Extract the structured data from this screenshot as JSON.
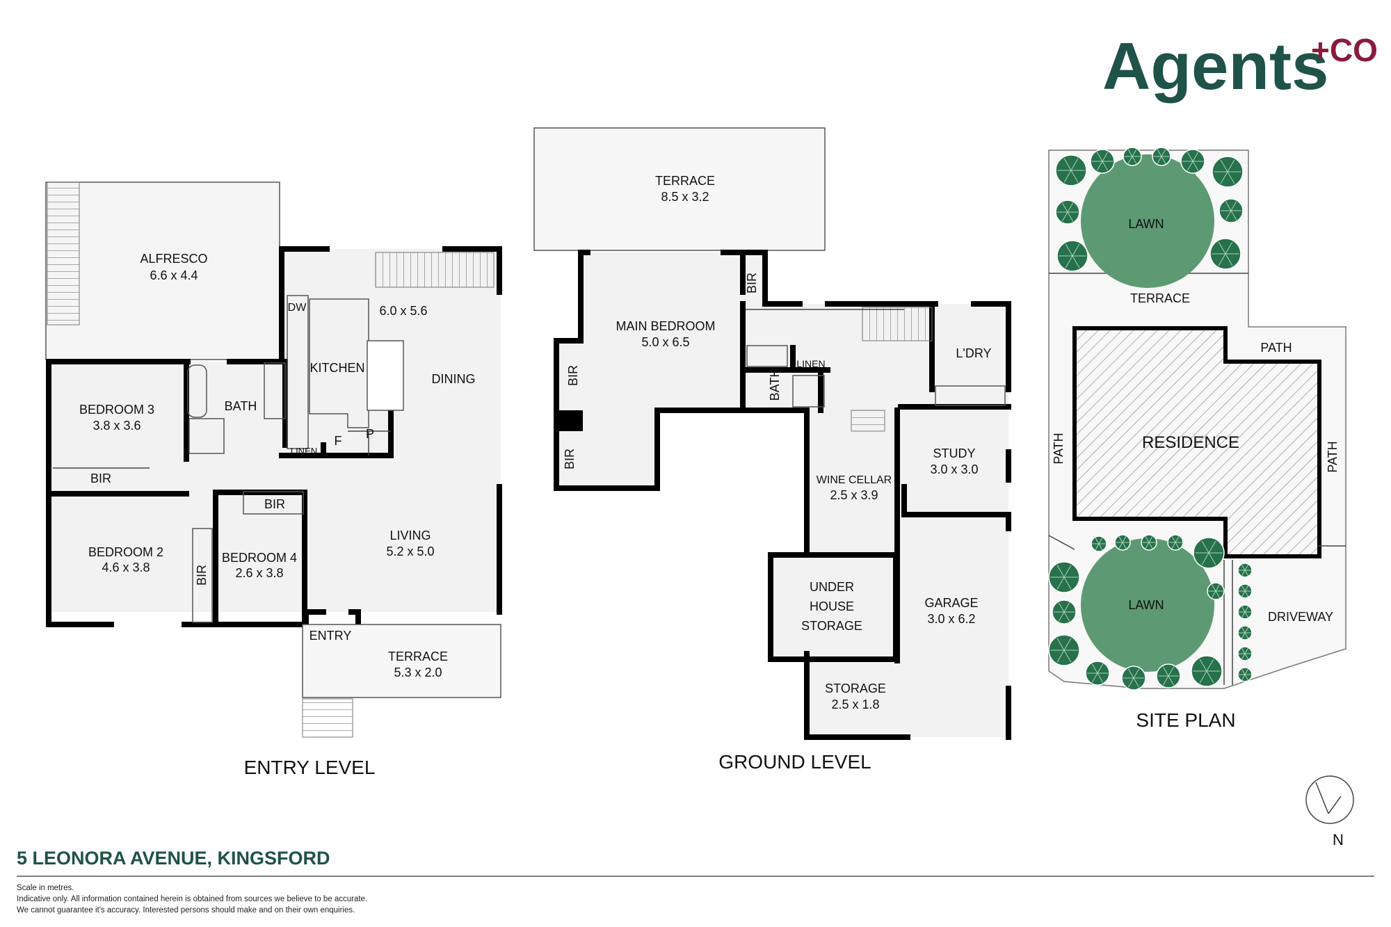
{
  "brand": {
    "name": "Agents",
    "suffix": "+CO"
  },
  "address": "5 LEONORA AVENUE, KINGSFORD",
  "disclaimer": [
    "Scale in metres.",
    "Indicative only. All information contained herein is obtained from sources we believe to be accurate.",
    "We cannot guarantee it's accuracy. Interested persons should make and on their own enquiries."
  ],
  "compass": "N",
  "entry_level": {
    "title": "ENTRY LEVEL",
    "alfresco": {
      "name": "ALFRESCO",
      "size": "6.6 x 4.4"
    },
    "kitchen_dining_size": "6.0 x 5.6",
    "dw": "DW",
    "kitchen": "KITCHEN",
    "dining": "DINING",
    "f": "F",
    "p": "P",
    "linen": "LINEN",
    "bedroom3": {
      "name": "BEDROOM 3",
      "size": "3.8 x 3.6"
    },
    "bath": "BATH",
    "bir1": "BIR",
    "bedroom2": {
      "name": "BEDROOM 2",
      "size": "4.6 x 3.8"
    },
    "bir2": "BIR",
    "bedroom4": {
      "name": "BEDROOM 4",
      "size": "2.6 x 3.8"
    },
    "bir3": "BIR",
    "living": {
      "name": "LIVING",
      "size": "5.2 x 5.0"
    },
    "entry": "ENTRY",
    "terrace": {
      "name": "TERRACE",
      "size": "5.3 x 2.0"
    }
  },
  "ground_level": {
    "title": "GROUND LEVEL",
    "terrace": {
      "name": "TERRACE",
      "size": "8.5 x 3.2"
    },
    "main_bedroom": {
      "name": "MAIN BEDROOM",
      "size": "5.0 x 6.5"
    },
    "bir1": "BIR",
    "bir2": "BIR",
    "bir3": "BIR",
    "bath": "BATH",
    "linen": "LINEN",
    "laundry": "L'DRY",
    "study": {
      "name": "STUDY",
      "size": "3.0 x 3.0"
    },
    "wine_cellar": {
      "name": "WINE CELLAR",
      "size": "2.5 x 3.9"
    },
    "under_house": [
      "UNDER",
      "HOUSE",
      "STORAGE"
    ],
    "garage": {
      "name": "GARAGE",
      "size": "3.0 x 6.2"
    },
    "storage": {
      "name": "STORAGE",
      "size": "2.5 x 1.8"
    }
  },
  "site_plan": {
    "title": "SITE PLAN",
    "lawn_top": "LAWN",
    "terrace": "TERRACE",
    "path_top": "PATH",
    "path_left": "PATH",
    "path_right": "PATH",
    "residence": "RESIDENCE",
    "lawn_bottom": "LAWN",
    "driveway": "DRIVEWAY"
  },
  "colors": {
    "brand_green": "#1f5248",
    "brand_maroon": "#8a1a3c",
    "lawn": "#5d9a73",
    "tree": "#27714c",
    "room_fill": "#f2f2f2"
  }
}
